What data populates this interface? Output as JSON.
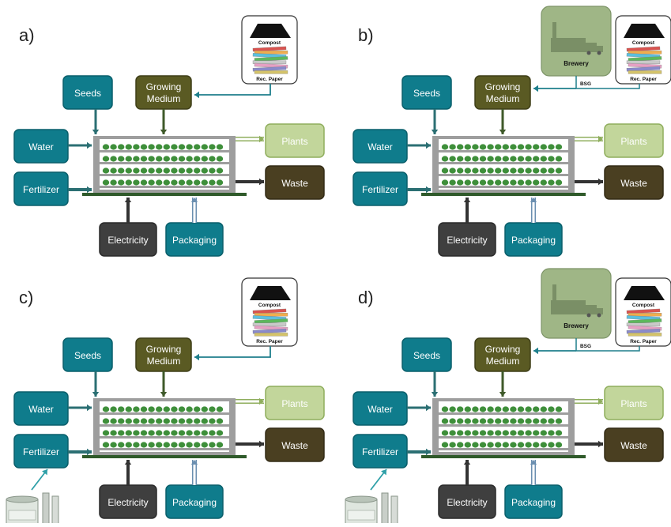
{
  "panels": [
    {
      "id": "a",
      "label": "a)",
      "variant": "base"
    },
    {
      "id": "b",
      "label": "b)",
      "variant": "brewery"
    },
    {
      "id": "c",
      "label": "c)",
      "variant": "tank"
    },
    {
      "id": "d",
      "label": "d)",
      "variant": "brewery-tank"
    }
  ],
  "labels": {
    "seeds": "Seeds",
    "growing_medium_line1": "Growing",
    "growing_medium_line2": "Medium",
    "water": "Water",
    "fertilizer": "Fertilizer",
    "plants": "Plants",
    "waste": "Waste",
    "electricity": "Electricity",
    "packaging": "Packaging",
    "compost": "Compost",
    "rec_paper": "Rec. Paper",
    "brewery": "Brewery",
    "bsg": "BSG"
  },
  "colors": {
    "teal": "#0f7c8c",
    "teal_border": "#0a5f6b",
    "olive": "#5a5a23",
    "light_green": "#c2d69b",
    "dark_brown": "#4a3f21",
    "charcoal": "#3f3f3f",
    "brewery_green": "#9fb686",
    "arrow_teal": "#1e7f8c",
    "plant_green": "#3e8f3a"
  }
}
